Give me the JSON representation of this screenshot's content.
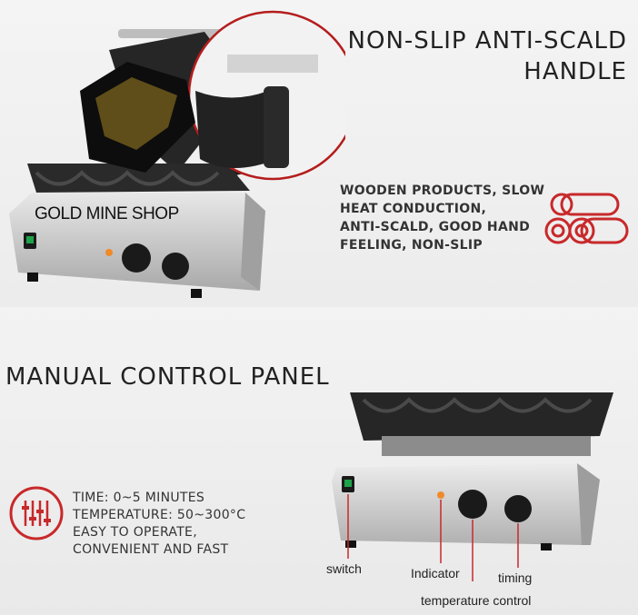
{
  "handle_heading": {
    "line1": "NON-SLIP ANTI-SCALD",
    "line2": "HANDLE"
  },
  "wood_feature": {
    "lines": [
      "WOODEN PRODUCTS, SLOW",
      "HEAT CONDUCTION,",
      "ANTI-SCALD, GOOD HAND",
      "FEELING, NON-SLIP"
    ],
    "icon": "wood-logs-icon"
  },
  "watermark": "GOLD MINE SHOP",
  "panel": {
    "heading": "MANUAL CONTROL PANEL",
    "specs": [
      "TIME: 0~5 MINUTES",
      "TEMPERATURE: 50~300°C",
      "EASY TO OPERATE,",
      "CONVENIENT AND FAST"
    ],
    "icon": "sliders-icon"
  },
  "callouts": {
    "switch": "switch",
    "indicator": "Indicator",
    "timing": "timing",
    "temperature": "temperature control"
  },
  "colors": {
    "accent_red": "#c8292b",
    "metal": "#c9c9c9",
    "iron": "#262626"
  }
}
